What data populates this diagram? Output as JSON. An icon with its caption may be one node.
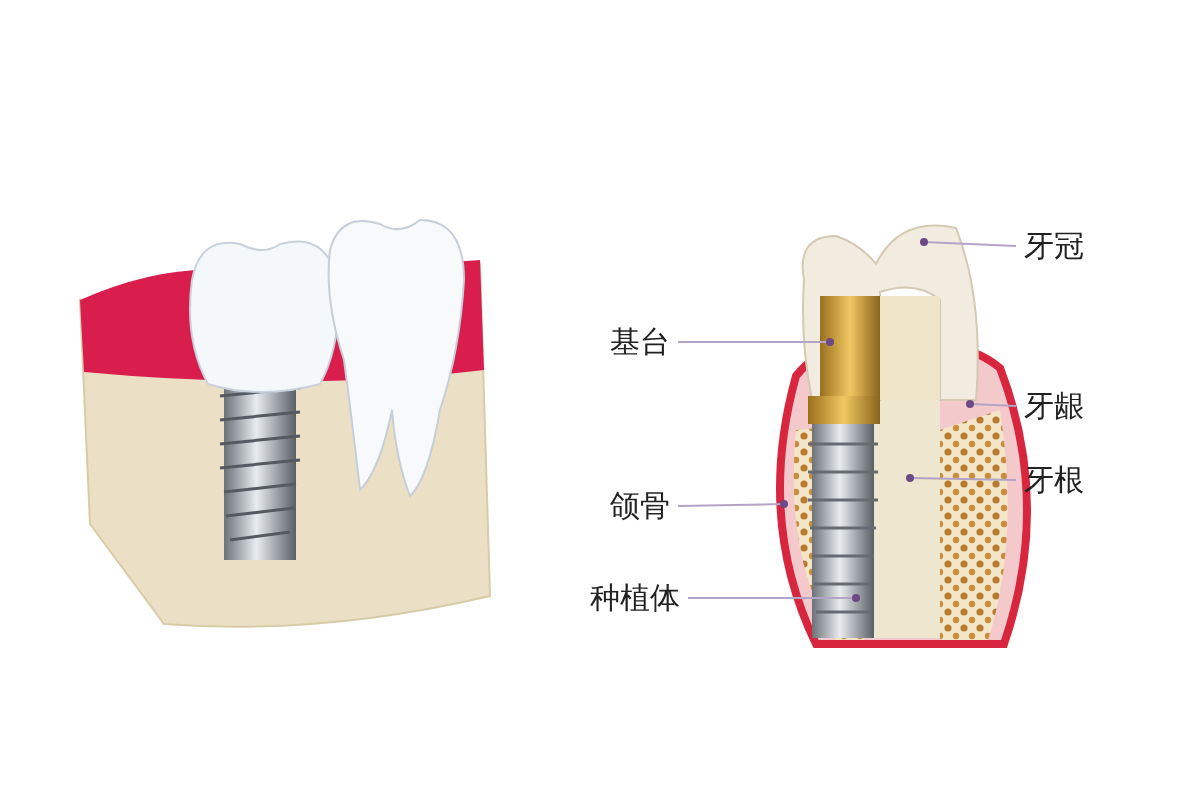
{
  "diagram": {
    "nodes": [
      {
        "text": [
          "牙冠"
        ]
      },
      {
        "text": [
          "基台"
        ]
      },
      {
        "text": [
          "牙龈"
        ]
      },
      {
        "text": [
          "牙根"
        ]
      },
      {
        "text": [
          "颌骨"
        ]
      },
      {
        "text": [
          "种植体"
        ]
      }
    ],
    "edges": [
      {
        "from": 0,
        "to": null,
        "arrow": "other"
      },
      {
        "from": 1,
        "to": null,
        "arrow": "other"
      },
      {
        "from": 2,
        "to": null,
        "arrow": "other"
      },
      {
        "from": 3,
        "to": null,
        "arrow": "other"
      },
      {
        "from": 4,
        "to": null,
        "arrow": "other"
      },
      {
        "from": 5,
        "to": null,
        "arrow": "other"
      }
    ]
  }
}
